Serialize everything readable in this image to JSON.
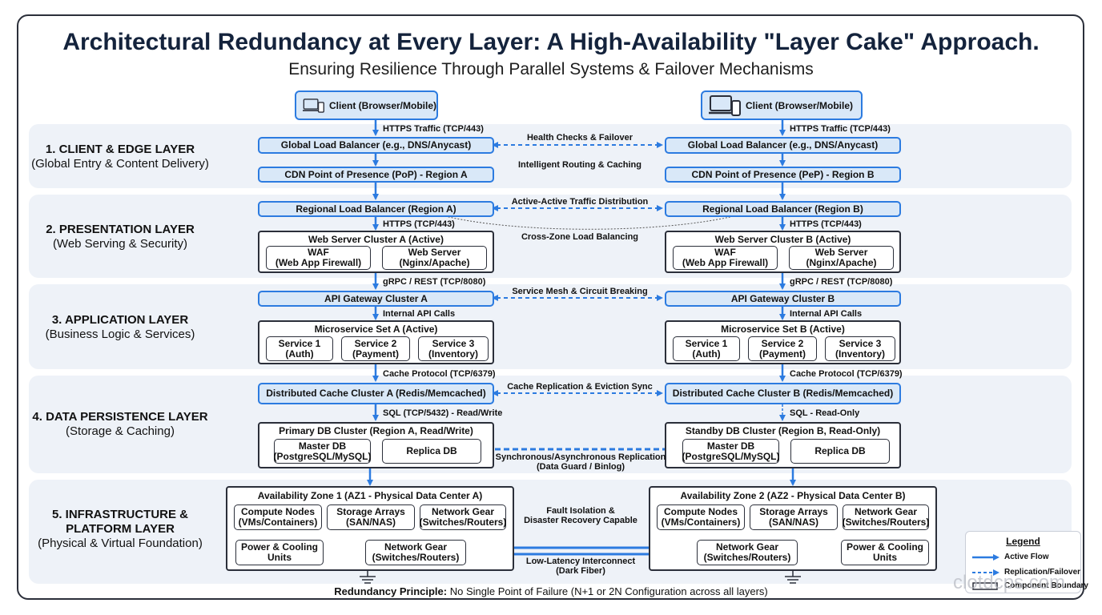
{
  "title": "Architectural Redundancy at Every Layer: A High-Availability \"Layer Cake\" Approach.",
  "subtitle": "Ensuring Resilience Through Parallel Systems & Failover Mechanisms",
  "layers": [
    {
      "name": "1. CLIENT & EDGE LAYER",
      "desc": "(Global Entry & Content Delivery)"
    },
    {
      "name": "2. PRESENTATION LAYER",
      "desc": "(Web Serving & Security)"
    },
    {
      "name": "3. APPLICATION LAYER",
      "desc": "(Business Logic & Services)"
    },
    {
      "name": "4. DATA PERSISTENCE LAYER",
      "desc": "(Storage & Caching)"
    },
    {
      "name": "5. INFRASTRUCTURE &",
      "name2": "PLATFORM LAYER",
      "desc": "(Physical & Virtual Foundation)"
    }
  ],
  "regionA": {
    "client": "Client (Browser/Mobile)",
    "https_edge": "HTTPS Traffic (TCP/443)",
    "glb": "Global Load Balancer (e.g., DNS/Anycast)",
    "cdn": "CDN Point of Presence (PoP) - Region A",
    "rlb": "Regional Load Balancer (Region A)",
    "https": "HTTPS (TCP/443)",
    "web_cluster": "Web Server Cluster A (Active)",
    "waf": "WAF",
    "waf_sub": "(Web App Firewall)",
    "web": "Web Server",
    "web_sub": "(Nginx/Apache)",
    "grpc": "gRPC / REST (TCP/8080)",
    "api": "API Gateway Cluster A",
    "internal": "Internal API Calls",
    "ms_set": "Microservice Set A (Active)",
    "svc1": "Service 1",
    "svc1_sub": "(Auth)",
    "svc2": "Service 2",
    "svc2_sub": "(Payment)",
    "svc3": "Service 3",
    "svc3_sub": "(Inventory)",
    "cache_proto": "Cache Protocol (TCP/6379)",
    "cache": "Distributed Cache Cluster A (Redis/Memcached)",
    "sql": "SQL (TCP/5432) - Read/Write",
    "db_cluster": "Primary DB Cluster (Region A, Read/Write)",
    "master": "Master DB",
    "master_sub": "(PostgreSQL/MySQL)",
    "replica": "Replica DB",
    "az": "Availability Zone 1 (AZ1 - Physical Data Center A)",
    "compute": "Compute Nodes",
    "compute_sub": "(VMs/Containers)",
    "storage": "Storage Arrays",
    "storage_sub": "(SAN/NAS)",
    "netgear": "Network Gear",
    "netgear_sub": "(Switches/Routers)",
    "power": "Power & Cooling",
    "power_sub": "Units",
    "netcore": "Network Gear",
    "netcore_sub": "(Switches/Routers)"
  },
  "regionB": {
    "client": "Client (Browser/Mobile)",
    "https_edge": "HTTPS Traffic (TCP/443)",
    "glb": "Global Load Balancer (e.g., DNS/Anycast)",
    "cdn": "CDN Point of Presence (PeP) - Region B",
    "rlb": "Regional Load Balancer (Region B)",
    "https": "HTTPS (TCP/443)",
    "web_cluster": "Web Server Cluster B (Active)",
    "waf": "WAF",
    "waf_sub": "(Web App Firewall)",
    "web": "Web Server",
    "web_sub": "(Nginx/Apache)",
    "grpc": "gRPC / REST (TCP/8080)",
    "api": "API Gateway Cluster B",
    "internal": "Internal API Calls",
    "ms_set": "Microservice Set B (Active)",
    "svc1": "Service 1",
    "svc1_sub": "(Auth)",
    "svc2": "Service 2",
    "svc2_sub": "(Payment)",
    "svc3": "Service 3",
    "svc3_sub": "(Inventory)",
    "cache_proto": "Cache Protocol (TCP/6379)",
    "cache": "Distributed Cache Cluster B (Redis/Memcached)",
    "sql": "SQL - Read-Only",
    "db_cluster": "Standby DB Cluster (Region B, Read-Only)",
    "master": "Master DB",
    "master_sub": "(PostgreSQL/MySQL)",
    "replica": "Replica DB",
    "az": "Availability Zone 2 (AZ2 - Physical Data Center B)",
    "compute": "Compute Nodes",
    "compute_sub": "(VMs/Containers)",
    "storage": "Storage Arrays",
    "storage_sub": "(SAN/NAS)",
    "netgear": "Network Gear",
    "netgear_sub": "(Switches/Routers)",
    "power": "Power & Cooling",
    "power_sub": "Units",
    "netcore": "Network Gear",
    "netcore_sub": "(Switches/Routers)"
  },
  "connectors": {
    "health": "Health Checks & Failover",
    "routing": "Intelligent Routing & Caching",
    "active_active": "Active-Active Traffic Distribution",
    "cross_zone": "Cross-Zone Load Balancing",
    "mesh": "Service Mesh & Circuit Breaking",
    "cache_repl": "Cache Replication & Eviction Sync",
    "db_repl": "Synchronous/Asynchronous Replication",
    "db_repl_sub": "(Data Guard / Binlog)",
    "fault": "Fault Isolation &",
    "fault_sub": "Disaster Recovery Capable",
    "interconnect": "Low-Latency Interconnect",
    "interconnect_sub": "(Dark Fiber)"
  },
  "legend": {
    "title": "Legend",
    "active": "Active Flow",
    "replication": "Replication/Failover",
    "boundary": "Component Boundary"
  },
  "footer": {
    "bold": "Redundancy Principle:",
    "text": " No Single Point of Failure (N+1 or 2N Configuration across all layers)"
  },
  "watermark": "clotdcps.com",
  "colors": {
    "accent": "#2c7be0",
    "box_fill": "#d9e8f8",
    "band": "#eef2f8",
    "dark": "#2b2f3a"
  }
}
